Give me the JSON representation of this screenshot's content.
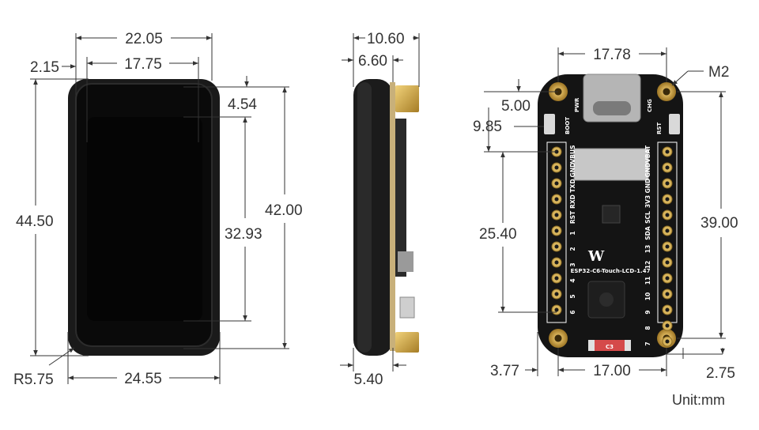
{
  "front_view": {
    "top_overall": "22.05",
    "top_screen": "17.75",
    "bezel_offset": "2.15",
    "right_inner": "4.54",
    "screen_height": "32.93",
    "right_outer": "42.00",
    "left_height": "44.50",
    "corner_radius": "R5.75",
    "bottom_width": "24.55"
  },
  "side_view": {
    "total_thickness": "10.60",
    "body_thickness": "6.60",
    "bottom_offset": "5.40"
  },
  "pcb_view": {
    "usb_width": "17.78",
    "mount_hole": "M2",
    "hole_offset_top": "5.00",
    "header_offset_top": "9.85",
    "header_span": "25.40",
    "hole_span_vertical": "39.00",
    "left_hole_offset": "3.77",
    "hole_span_horizontal": "17.00",
    "bottom_hole_offset": "2.75",
    "board_label": "ESP32-C6-Touch-LCD-1.47",
    "chip_label": "C3",
    "silk_boot": "BOOT",
    "silk_pwr": "PWR",
    "silk_chg": "CHG",
    "silk_rst": "RST",
    "left_pins": [
      "VBUS",
      "GND",
      "TXD",
      "RXD",
      "RST",
      "1",
      "2",
      "3",
      "4",
      "5",
      "6"
    ],
    "right_pins": [
      "VBAT",
      "GND",
      "GND",
      "3V3",
      "SCL",
      "SDA",
      "13",
      "12",
      "11",
      "10",
      "9",
      "8",
      "7"
    ]
  },
  "unit_label": "Unit:mm",
  "colors": {
    "dimension_line": "#333333",
    "board": "#141414",
    "gold": "#c9a24a"
  }
}
